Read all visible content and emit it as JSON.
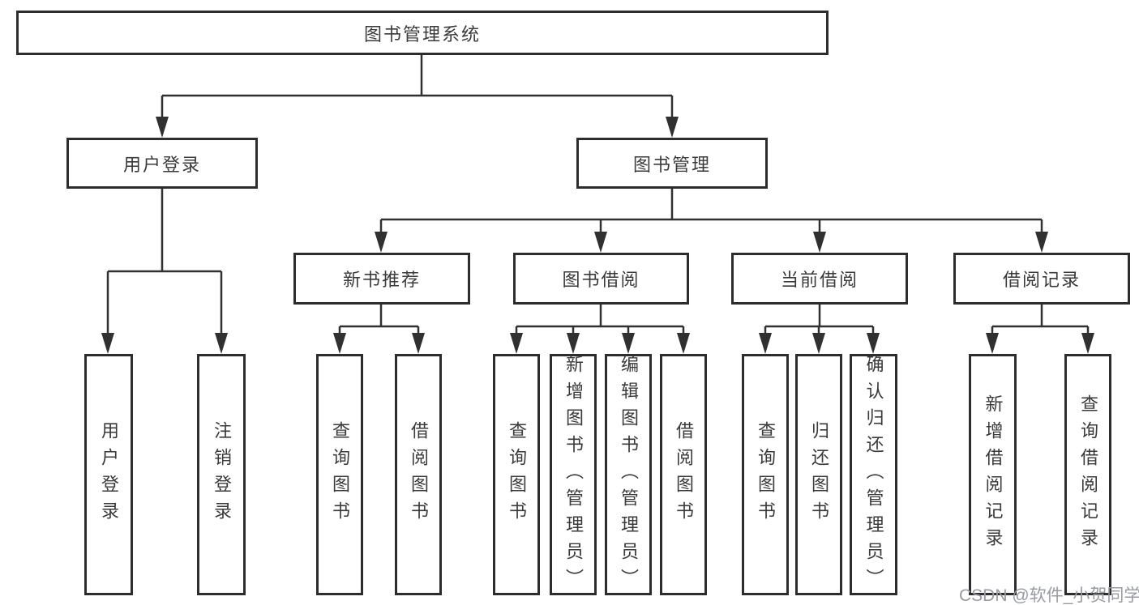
{
  "diagram": {
    "root": {
      "label": "图书管理系统"
    },
    "level2": [
      {
        "id": "user-login",
        "label": "用户登录"
      },
      {
        "id": "book-management",
        "label": "图书管理"
      }
    ],
    "level3": [
      {
        "id": "new-book-recommend",
        "label": "新书推荐"
      },
      {
        "id": "book-borrowing",
        "label": "图书借阅"
      },
      {
        "id": "current-borrowing",
        "label": "当前借阅"
      },
      {
        "id": "borrowing-records",
        "label": "借阅记录"
      }
    ],
    "leaves": {
      "user_login": [
        {
          "label": "用户登录"
        },
        {
          "label": "注销登录"
        }
      ],
      "new_book": [
        {
          "label": "查询图书"
        },
        {
          "label": "借阅图书"
        }
      ],
      "borrowing": [
        {
          "label": "查询图书"
        },
        {
          "label": "新增图书（管理员）"
        },
        {
          "label": "编辑图书（管理员）"
        },
        {
          "label": "借阅图书"
        }
      ],
      "current": [
        {
          "label": "查询图书"
        },
        {
          "label": "归还图书"
        },
        {
          "label": "确认归还（管理员）"
        }
      ],
      "records": [
        {
          "label": "新增借阅记录"
        },
        {
          "label": "查询借阅记录"
        }
      ]
    }
  },
  "watermark": {
    "text": "CSDN @软件_小贺同学"
  },
  "colors": {
    "line": "#303030",
    "box_border": "#2d2d2d",
    "text": "#3a3a3a",
    "watermark": "#979ba1",
    "background": "#ffffff"
  }
}
